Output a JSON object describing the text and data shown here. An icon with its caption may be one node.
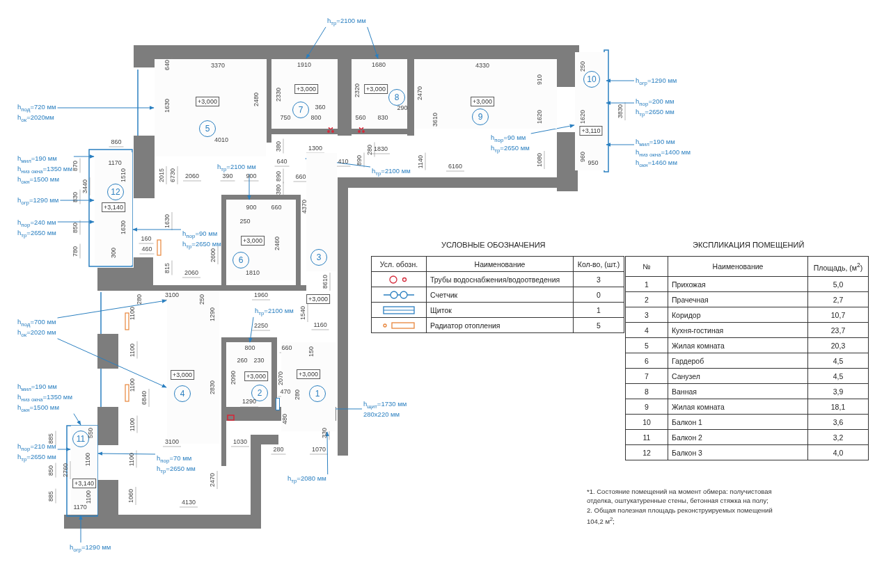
{
  "diagram": {
    "nodes": [
      {
        "text": [
          "+3,000",
          "1"
        ]
      },
      {
        "text": [
          "+3,000",
          "2"
        ]
      },
      {
        "text": [
          "3",
          "+3,000"
        ]
      },
      {
        "text": [
          "+3,000",
          "4"
        ]
      },
      {
        "text": [
          "+3,000",
          "5"
        ]
      },
      {
        "text": [
          "+3,000",
          "6"
        ]
      },
      {
        "text": [
          "+3,000",
          "7"
        ]
      },
      {
        "text": [
          "+3,000",
          "8"
        ]
      },
      {
        "text": [
          "+3,000",
          "9"
        ]
      },
      {
        "text": [
          "10",
          "+3,110"
        ]
      },
      {
        "text": [
          "11",
          "+3,140"
        ]
      },
      {
        "text": [
          "12",
          "+3,140"
        ]
      },
      {
        "text": [
          "h$_{тр}$=2100 мм"
        ]
      },
      {
        "text": [
          "h$_{тр}$=2100 мм"
        ]
      },
      {
        "text": [
          "h$_{тр}$=2100 мм"
        ]
      },
      {
        "text": [
          "h$_{под}$=720 мм",
          "h$_{ок}$=2020мм"
        ]
      },
      {
        "text": [
          "h$_{мил}$=190 мм",
          "h$_{низ окна}$=1350 мм",
          "h$_{окн}$=1500 мм"
        ]
      },
      {
        "text": [
          "h$_{огр}$=1290 мм"
        ]
      },
      {
        "text": [
          "h$_{пор}$=240 мм",
          "h$_{тр}$=2650 мм"
        ]
      },
      {
        "text": [
          "h$_{пор}$=90 мм",
          "h$_{тр}$=2650 мм"
        ]
      },
      {
        "text": [
          "h$_{тр}$=2100 мм"
        ]
      },
      {
        "text": [
          "h$_{под}$=700 мм",
          "h$_{ок}$=2020 мм"
        ]
      },
      {
        "text": [
          "h$_{мил}$=190 мм",
          "h$_{низ окна}$=1350 мм",
          "h$_{окн}$=1500 мм"
        ]
      },
      {
        "text": [
          "h$_{пор}$=210 мм",
          "h$_{тр}$=2650 мм"
        ]
      },
      {
        "text": [
          "h$_{пор}$=70 мм",
          "h$_{тр}$=2650 мм"
        ]
      },
      {
        "text": [
          "h$_{щит}$=1730 мм",
          "280x220 мм"
        ]
      },
      {
        "text": [
          "h$_{тр}$=2080 мм"
        ]
      },
      {
        "text": [
          "h$_{огр}$=1290 мм"
        ]
      },
      {
        "text": [
          "h$_{огр}$=1290 мм"
        ]
      },
      {
        "text": [
          "h$_{пор}$=200 мм",
          "h$_{тр}$=2650 мм"
        ]
      },
      {
        "text": [
          "h$_{пор}$=90 мм",
          "h$_{тр}$=2650 мм"
        ]
      },
      {
        "text": [
          "h$_{мил}$=190 мм",
          "h$_{низ окна}$=1400 мм",
          "h$_{окн}$=1460 мм"
        ]
      },
      {
        "text": [],
        "shape": "box"
      }
    ],
    "edges": [
      {
        "from": 12,
        "to": 6,
        "arrow": "to"
      },
      {
        "from": 12,
        "to": 7,
        "arrow": "to"
      },
      {
        "from": 13,
        "to": 2,
        "arrow": "to"
      },
      {
        "from": 14,
        "to": 5,
        "arrow": "to"
      },
      {
        "from": 15,
        "to": 4,
        "arrow": "to"
      },
      {
        "from": 16,
        "to": 11,
        "arrow": "to"
      },
      {
        "from": 17,
        "to": 11,
        "arrow": "to"
      },
      {
        "from": 18,
        "to": 11,
        "arrow": "to"
      },
      {
        "from": 19,
        "to": 11,
        "arrow": "to"
      },
      {
        "from": 20,
        "to": 1,
        "arrow": "to"
      },
      {
        "from": 21,
        "to": 3,
        "arrow": "to"
      },
      {
        "from": 21,
        "to": 3,
        "arrow": "to"
      },
      {
        "from": 22,
        "to": 10,
        "arrow": "to"
      },
      {
        "from": 23,
        "to": 10,
        "arrow": "to"
      },
      {
        "from": 24,
        "to": 10,
        "arrow": "to"
      },
      {
        "from": 25,
        "to": 32,
        "arrow": "to"
      },
      {
        "from": 26,
        "to": 0,
        "arrow": "to"
      },
      {
        "from": 27,
        "to": 10,
        "arrow": "to"
      },
      {
        "from": 28,
        "to": 9,
        "arrow": "to"
      },
      {
        "from": 29,
        "to": 9,
        "arrow": "to"
      },
      {
        "from": 30,
        "to": 9,
        "arrow": "to"
      },
      {
        "from": 31,
        "to": 9,
        "arrow": "to"
      }
    ],
    "labels": [
      "640",
      "3370",
      "1910",
      "1680",
      "4330",
      "250",
      "910",
      "2480",
      "2330",
      "2320",
      "2470",
      "1630",
      "360",
      "290",
      "3830",
      "750",
      "800",
      "560",
      "830",
      "3610",
      "1620",
      "1620",
      "860",
      "4010",
      "380",
      "1300",
      "280",
      "1830",
      "870",
      "1170",
      "640",
      "410",
      "890",
      "1140",
      "6160",
      "1080",
      "960",
      "950",
      "1510",
      "2015",
      "6730",
      "2060",
      "390",
      "900",
      "890",
      "660",
      "3440",
      "380",
      "830",
      "900",
      "660",
      "4370",
      "1630",
      "250",
      "850",
      "1630",
      "160",
      "2460",
      "460",
      "780",
      "300",
      "2600",
      "815",
      "2060",
      "1810",
      "8610",
      "280",
      "3100",
      "250",
      "1960",
      "1100",
      "1290",
      "1540",
      "2250",
      "1160",
      "1100",
      "800",
      "660",
      "150",
      "260",
      "230",
      "2090",
      "2070",
      "1100",
      "2830",
      "470",
      "280",
      "6840",
      "1290",
      "480",
      "1100",
      "550",
      "330",
      "885",
      "3100",
      "1030",
      "280",
      "1070",
      "1100",
      "1100",
      "850",
      "2760",
      "2470",
      "885",
      "1100",
      "1060",
      "4130",
      "1170",
      "УСЛОВНЫЕ ОБОЗНАЧЕНИЯ",
      "Усл. обозн.",
      "Наименование",
      "Кол-во, (шт.)",
      "Трубы водоснабжения/водоотведения",
      "3",
      "Счетчик",
      "0",
      "Щиток",
      "1",
      "Радиатор отопления",
      "5",
      "ЭКСПЛИКАЦИЯ ПОМЕЩЕНИЙ",
      "№",
      "Наименование",
      "Площадь, (м$^{2}$)",
      "1",
      "Прихожая",
      "5,0",
      "2",
      "Прачечная",
      "2,7",
      "3",
      "Коридор",
      "10,7",
      "4",
      "Кухня-гостиная",
      "23,7",
      "5",
      "Жилая комната",
      "20,3",
      "6",
      "Гардероб",
      "4,5",
      "7",
      "Санузел",
      "4,5",
      "8",
      "Ванная",
      "3,9",
      "9",
      "Жилая комната",
      "18,1",
      "10",
      "Балкон 1",
      "3,6",
      "11",
      "Балкон 2",
      "3,2",
      "12",
      "Балкон 3",
      "4,0",
      "*1. Состояние помещений на момент обмера: получистовая отделка, оштукатуренные стены, бетонная стяжка на полу;",
      "2. Общая полезная площадь реконструируемых помещений 104,2 м$^{2}$;"
    ]
  }
}
